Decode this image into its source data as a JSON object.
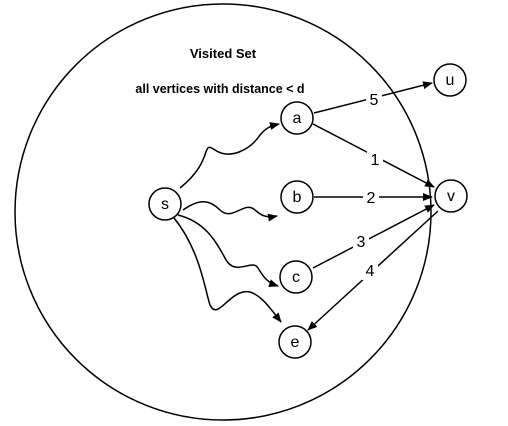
{
  "visited_set": {
    "title": "Visited Set",
    "subtitle": "all vertices with distance < d"
  },
  "nodes": {
    "s": "s",
    "a": "a",
    "b": "b",
    "c": "c",
    "e": "e",
    "u": "u",
    "v": "v"
  },
  "edges": [
    {
      "from": "a",
      "to": "u",
      "weight": "5"
    },
    {
      "from": "a",
      "to": "v",
      "weight": "1"
    },
    {
      "from": "b",
      "to": "v",
      "weight": "2"
    },
    {
      "from": "c",
      "to": "v",
      "weight": "3"
    },
    {
      "from": "v",
      "to": "e",
      "weight": "4"
    }
  ],
  "paths": [
    {
      "from": "s",
      "to": "a",
      "style": "wavy"
    },
    {
      "from": "s",
      "to": "b",
      "style": "wavy"
    },
    {
      "from": "s",
      "to": "c",
      "style": "wavy"
    },
    {
      "from": "s",
      "to": "e",
      "style": "wavy"
    }
  ],
  "colors": {
    "stroke": "#000000",
    "background": "#ffffff"
  }
}
